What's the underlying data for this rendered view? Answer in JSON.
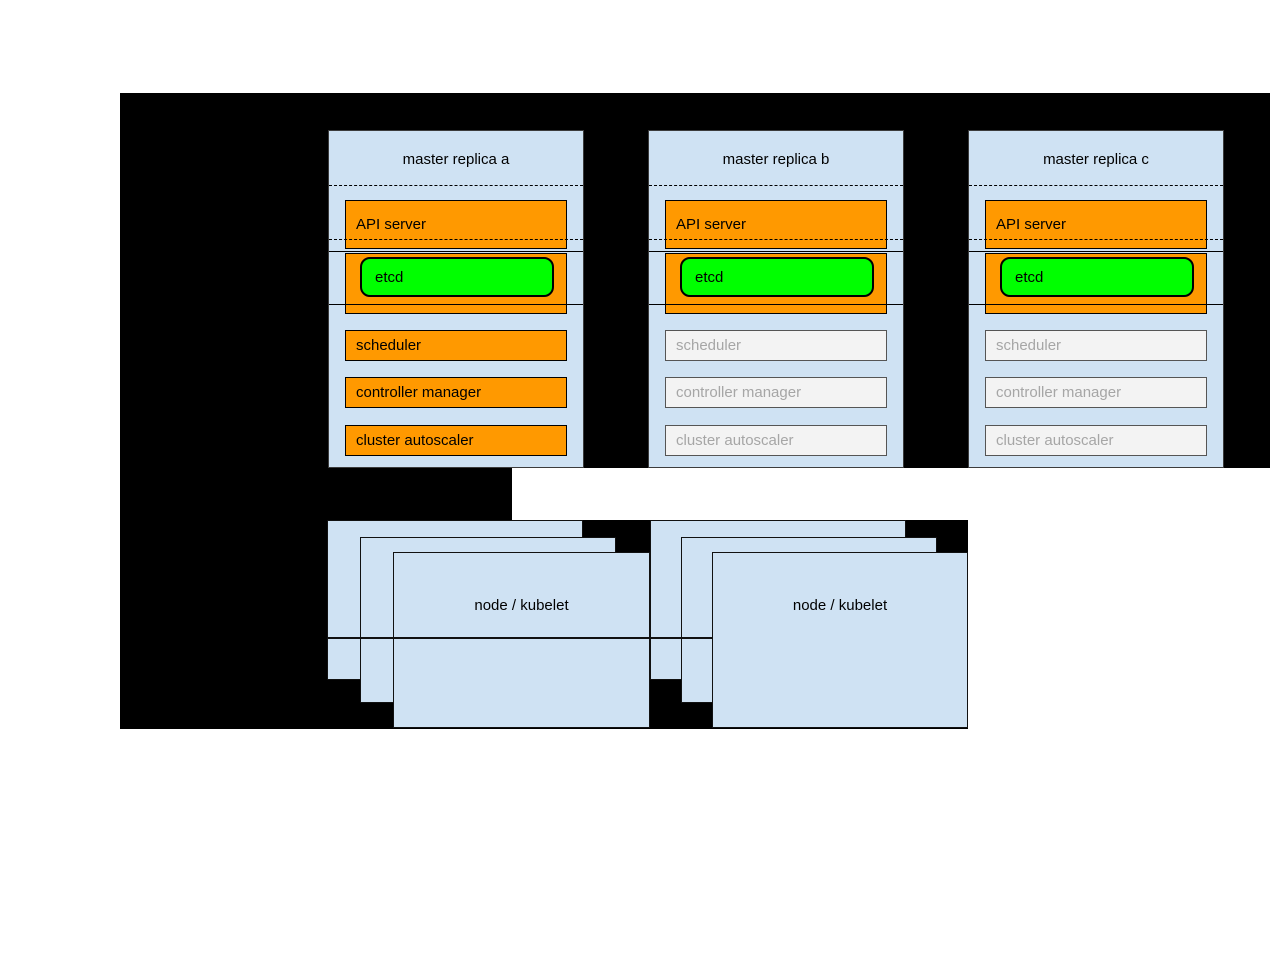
{
  "diagram": {
    "replicas": [
      {
        "title": "master replica a",
        "api_server_label": "API server",
        "etcd_label": "etcd",
        "components": [
          {
            "label": "scheduler",
            "state": "active"
          },
          {
            "label": "controller manager",
            "state": "active"
          },
          {
            "label": "cluster autoscaler",
            "state": "active"
          }
        ]
      },
      {
        "title": "master replica b",
        "api_server_label": "API server",
        "etcd_label": "etcd",
        "components": [
          {
            "label": "scheduler",
            "state": "inactive"
          },
          {
            "label": "controller manager",
            "state": "inactive"
          },
          {
            "label": "cluster autoscaler",
            "state": "inactive"
          }
        ]
      },
      {
        "title": "master replica c",
        "api_server_label": "API server",
        "etcd_label": "etcd",
        "components": [
          {
            "label": "scheduler",
            "state": "inactive"
          },
          {
            "label": "controller manager",
            "state": "inactive"
          },
          {
            "label": "cluster autoscaler",
            "state": "inactive"
          }
        ]
      }
    ],
    "node_stacks": [
      {
        "label": "node / kubelet"
      },
      {
        "label": "node / kubelet"
      }
    ],
    "colors": {
      "backdrop": "#000000",
      "page": "#ffffff",
      "card_fill": "#cfe2f3",
      "active_fill": "#ff9900",
      "etcd_fill": "#00ff00",
      "inactive_fill": "#f3f3f3",
      "inactive_text": "#a6a6a6",
      "text": "#000000"
    }
  }
}
